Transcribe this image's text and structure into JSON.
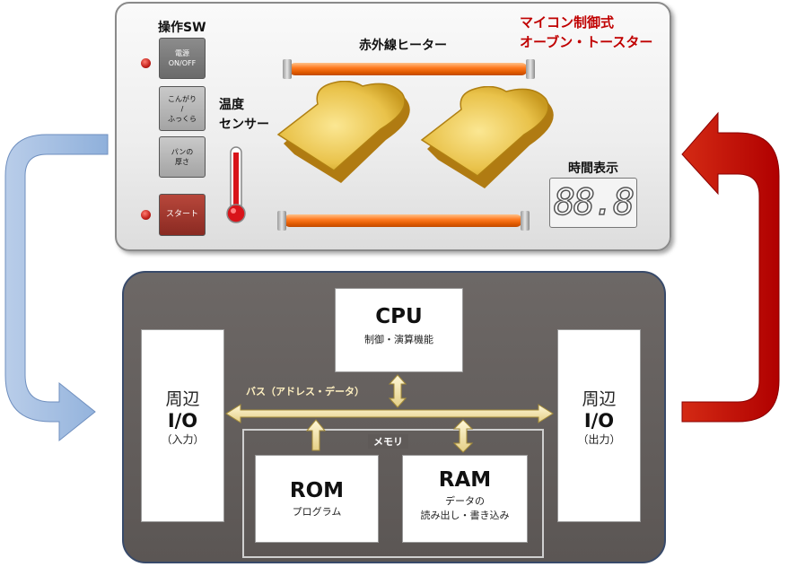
{
  "panel": {
    "switch_title": "操作SW",
    "product_title_line1": "マイコン制御式",
    "product_title_line2": "オーブン・トースター",
    "heater_label": "赤外線ヒーター",
    "sensor_label_line1": "温度",
    "sensor_label_line2": "センサー",
    "time_label": "時間表示",
    "display_value": "88.8",
    "buttons": [
      {
        "line1": "電源",
        "line2": "ON/OFF"
      },
      {
        "line1": "こんがり",
        "line2": "/",
        "line3": "ふっくら"
      },
      {
        "line1": "パンの",
        "line2": "厚さ"
      },
      {
        "line1": "スタート"
      }
    ]
  },
  "computer": {
    "cpu_title": "CPU",
    "cpu_sub": "制御・演算機能",
    "io_in_top": "周辺",
    "io_in_mid": "I/O",
    "io_in_bot": "（入力）",
    "io_out_top": "周辺",
    "io_out_mid": "I/O",
    "io_out_bot": "（出力）",
    "bus_label": "バス（アドレス・データ）",
    "memory_label": "メモリ",
    "rom_title": "ROM",
    "rom_sub": "プログラム",
    "ram_title": "RAM",
    "ram_sub1": "データの",
    "ram_sub2": "読み出し・書き込み"
  },
  "colors": {
    "input_arrow": "#9db8df",
    "output_arrow": "#c00000",
    "led": "#c0201a",
    "heater": "#ff7a20",
    "product_title": "#c00000"
  }
}
